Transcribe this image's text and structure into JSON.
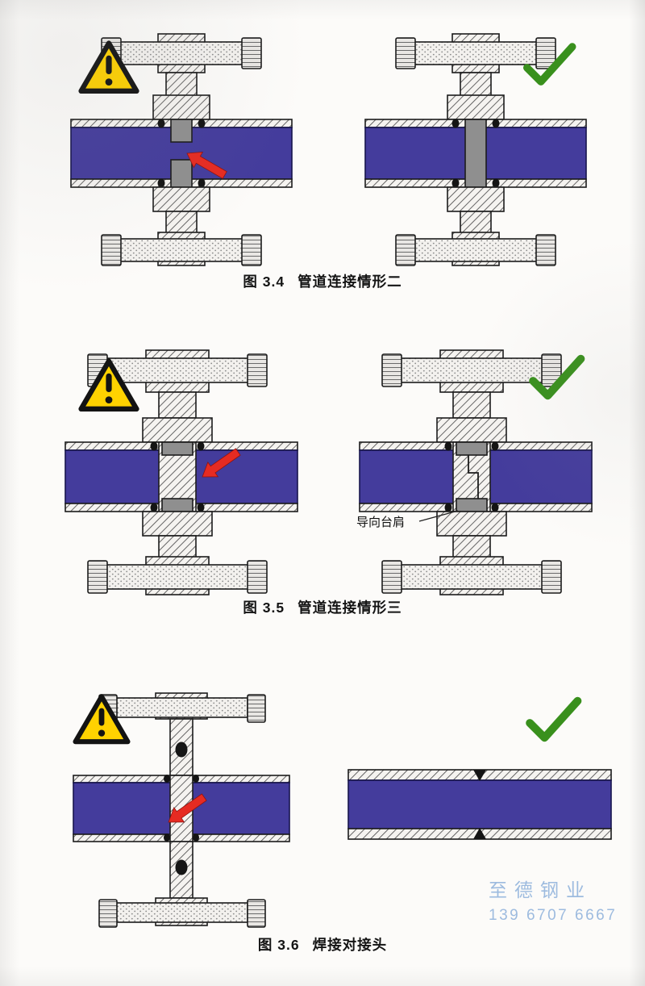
{
  "document": {
    "kind": "scanned technical manual page",
    "language": "zh-CN"
  },
  "figures": [
    {
      "label": "图 3.4",
      "title": "管道连接情形二",
      "panels": [
        {
          "verdict": "wrong",
          "marker": "warning-triangle",
          "defect_marker": "red-arrow"
        },
        {
          "verdict": "correct",
          "marker": "check-mark"
        }
      ]
    },
    {
      "label": "图 3.5",
      "title": "管道连接情形三",
      "annotation": "导向台肩",
      "panels": [
        {
          "verdict": "wrong",
          "marker": "warning-triangle",
          "defect_marker": "red-arrow"
        },
        {
          "verdict": "correct",
          "marker": "check-mark"
        }
      ]
    },
    {
      "label": "图 3.6",
      "title": "焊接对接头",
      "panels": [
        {
          "verdict": "wrong",
          "marker": "warning-triangle",
          "defect_marker": "red-arrow"
        },
        {
          "verdict": "correct",
          "marker": "check-mark"
        }
      ]
    }
  ],
  "watermark": {
    "line1": "至德钢业",
    "line2": "139 6707 6667"
  },
  "colors": {
    "pipe_blue": "#443c9c",
    "warning_yellow": "#ffd200",
    "check_green": "#39901d",
    "arrow_red": "#e62b22",
    "ferrule_gray": "#8f8f8f",
    "hatch_line": "#4c4c4c",
    "watermark_blue": "#7da6d5"
  }
}
